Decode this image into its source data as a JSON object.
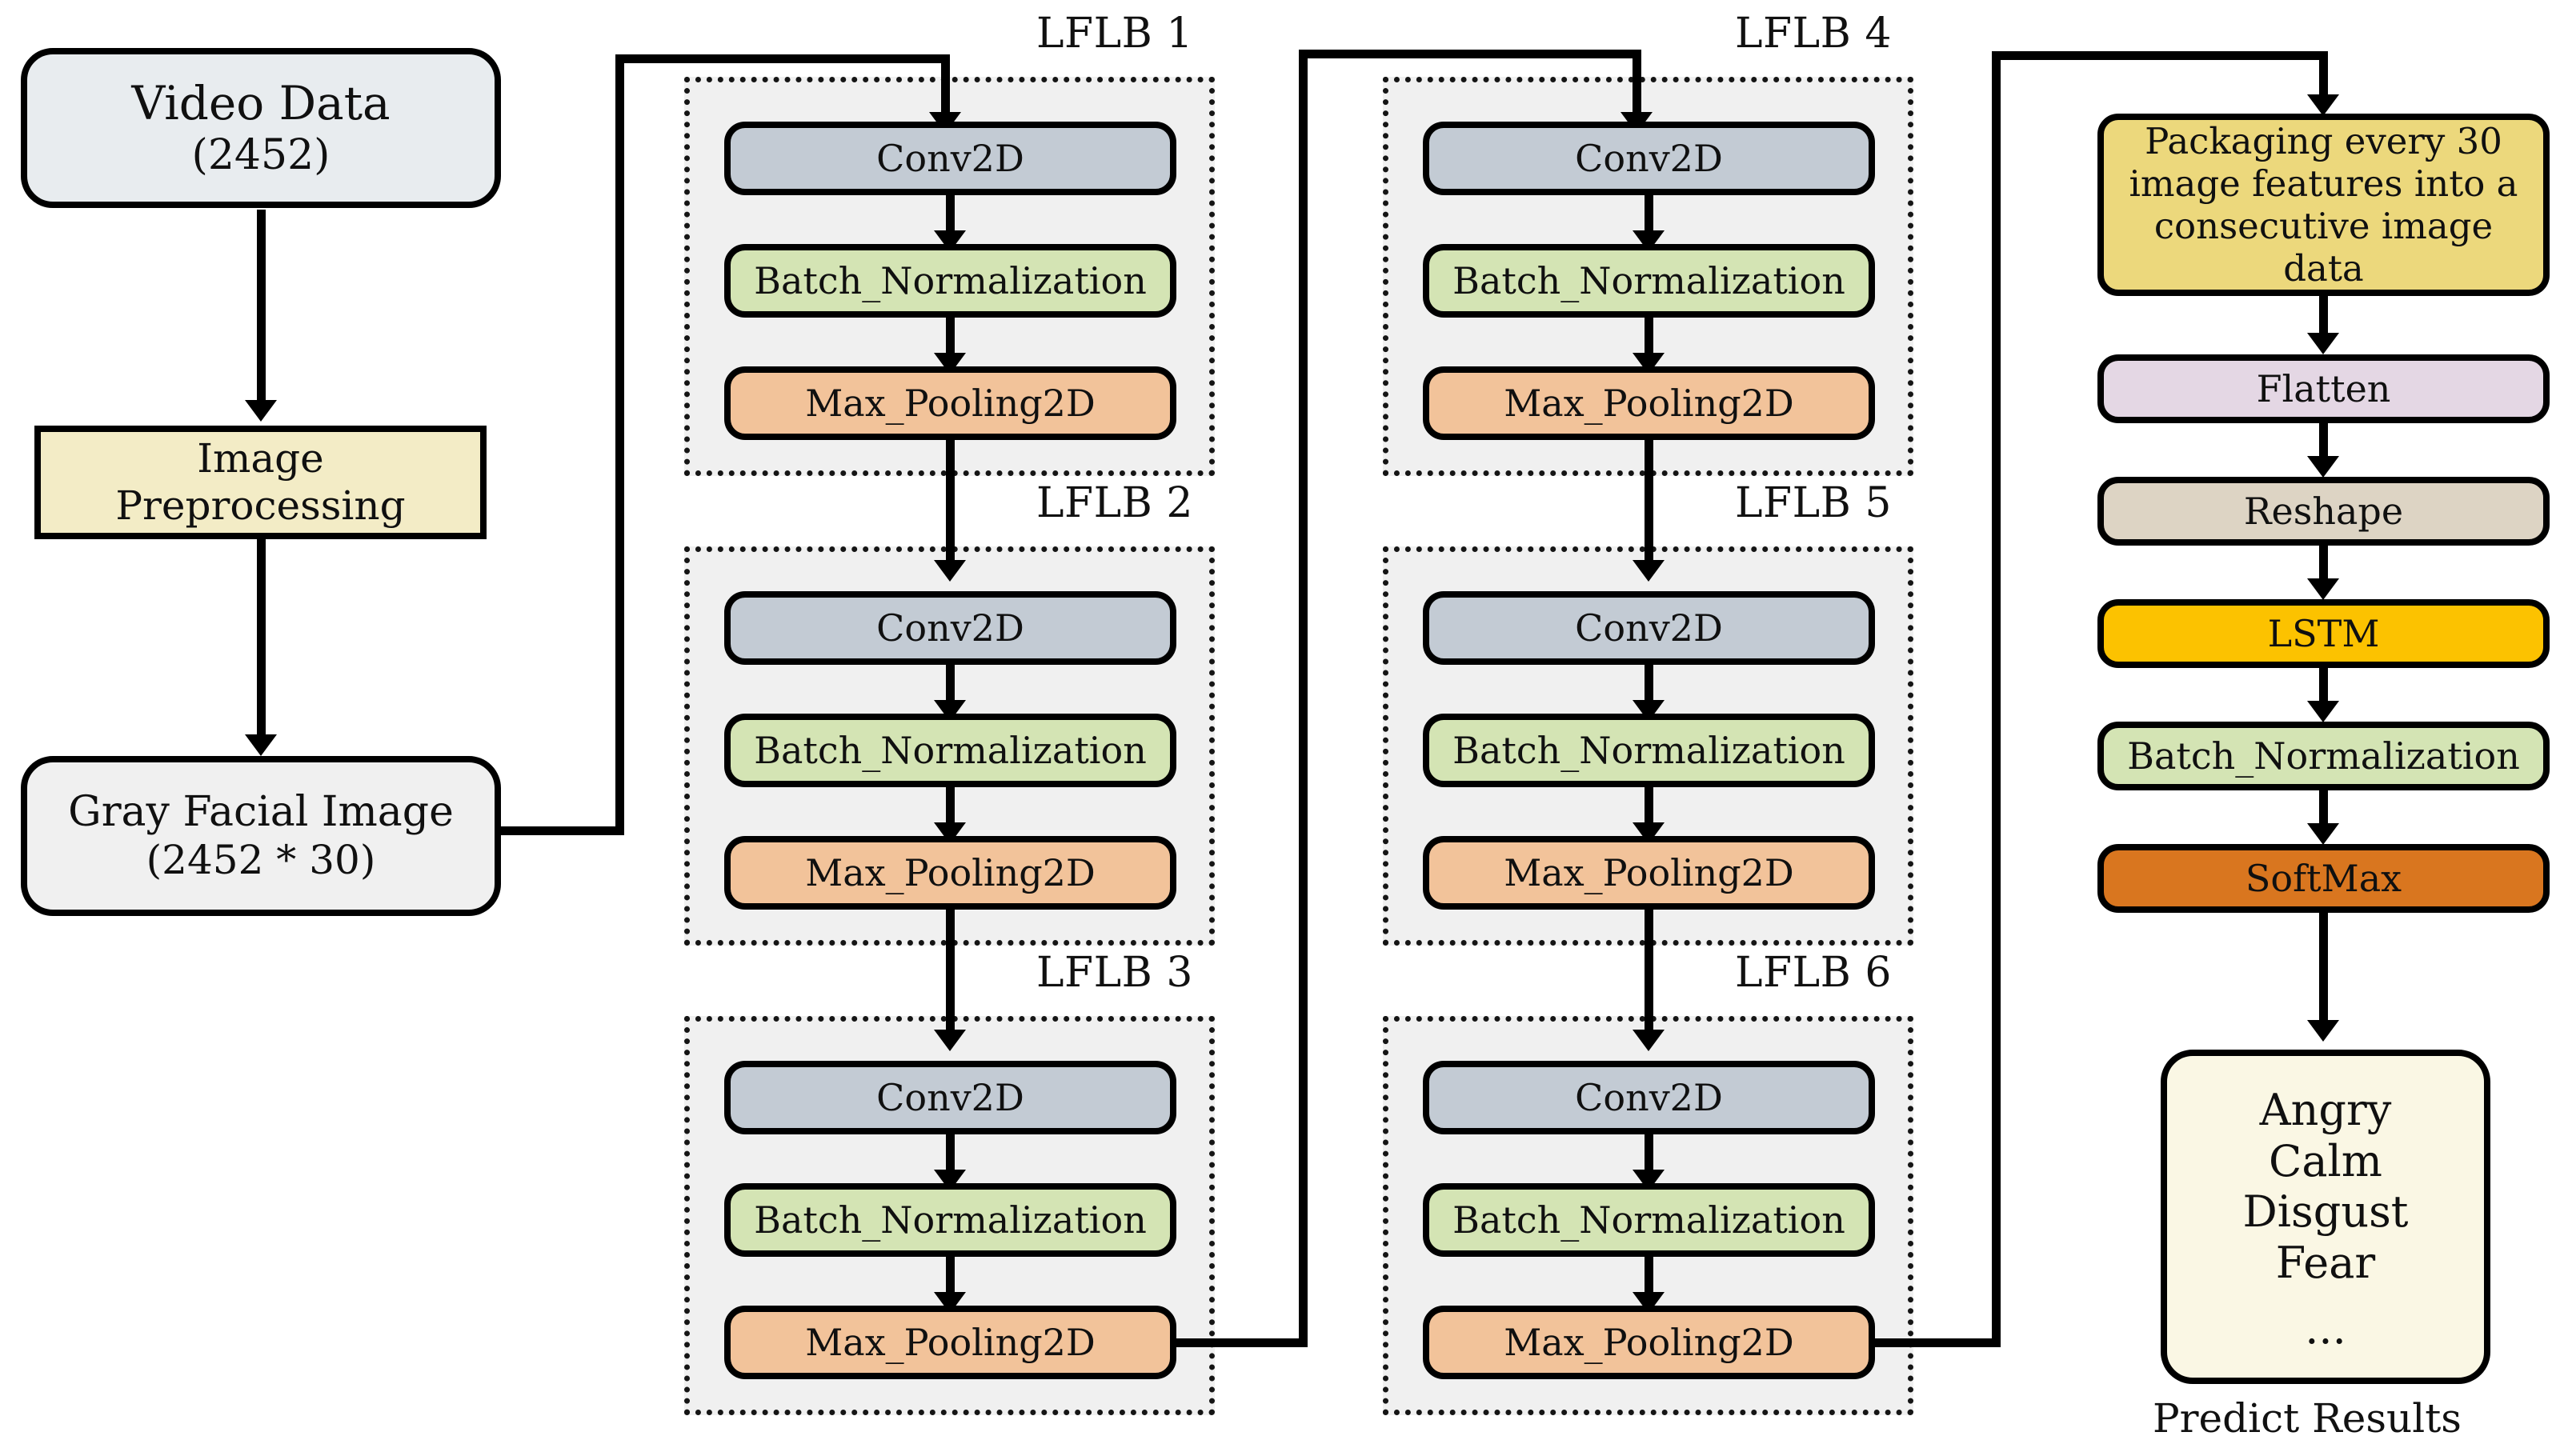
{
  "diagram": {
    "title": "CNN-LSTM facial emotion recognition pipeline",
    "colors": {
      "conv2d": "#c3cbd4",
      "batch_norm": "#d4e4b4",
      "max_pooling": "#f2c39a",
      "video_data": "#e8ecef",
      "image_preprocessing": "#f3ecc6",
      "gray_facial_image": "#f0f0f0",
      "packaging": "#ecd87c",
      "flatten": "#e4d7e4",
      "reshape": "#ddd4c4",
      "lstm": "#fcc200",
      "softmax": "#d9761f",
      "predict": "#faf7e4",
      "group_bg": "#f0f0f0",
      "stroke": "#000000"
    }
  },
  "input_chain": {
    "video_data": {
      "line1": "Video Data",
      "line2": "(2452)"
    },
    "image_preprocessing": {
      "line1": "Image",
      "line2": "Preprocessing"
    },
    "gray_facial_image": {
      "line1": "Gray Facial Image",
      "line2": "(2452 * 30)"
    }
  },
  "lflb_layer_labels": {
    "conv2d": "Conv2D",
    "batch_normalization": "Batch_Normalization",
    "max_pooling2d": "Max_Pooling2D"
  },
  "lflb_groups": [
    {
      "label": "LFLB 1"
    },
    {
      "label": "LFLB 2"
    },
    {
      "label": "LFLB 3"
    },
    {
      "label": "LFLB 4"
    },
    {
      "label": "LFLB 5"
    },
    {
      "label": "LFLB 6"
    }
  ],
  "output_chain": {
    "packaging": {
      "line1": "Packaging every 30",
      "line2": "image features into a",
      "line3": "consecutive image",
      "line4": "data"
    },
    "flatten": "Flatten",
    "reshape": "Reshape",
    "lstm": "LSTM",
    "batch_normalization": "Batch_Normalization",
    "softmax": "SoftMax",
    "predict_results": {
      "line1": "Angry",
      "line2": "Calm",
      "line3": "Disgust",
      "line4": "Fear",
      "line5": "...",
      "caption": "Predict Results"
    }
  }
}
